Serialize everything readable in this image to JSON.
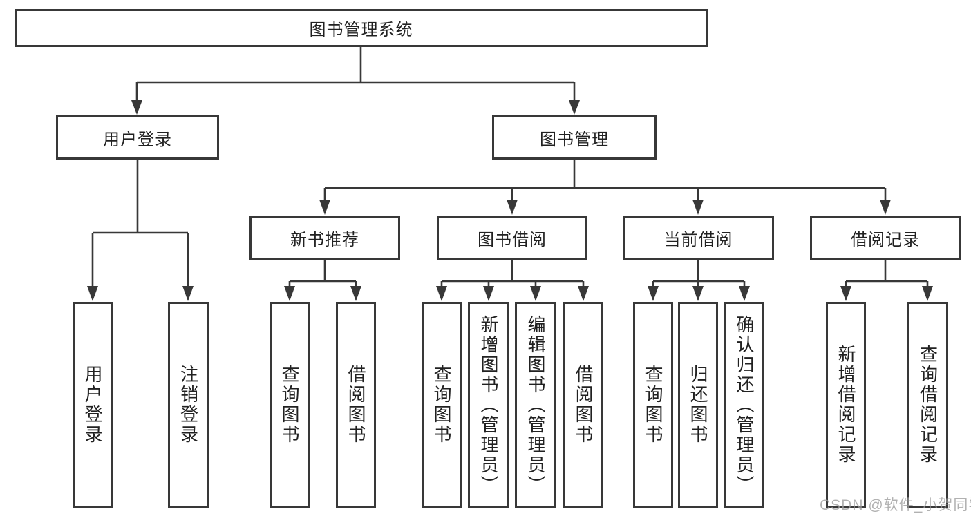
{
  "diagram": {
    "root": {
      "label": "图书管理系统"
    },
    "branches": [
      {
        "label": "用户登录",
        "children": [
          {
            "label": "用户登录"
          },
          {
            "label": "注销登录"
          }
        ]
      },
      {
        "label": "图书管理",
        "children": [
          {
            "label": "新书推荐",
            "children": [
              {
                "label": "查询图书"
              },
              {
                "label": "借阅图书"
              }
            ]
          },
          {
            "label": "图书借阅",
            "children": [
              {
                "label": "查询图书"
              },
              {
                "label": "新增图书（管理员）"
              },
              {
                "label": "编辑图书（管理员）"
              },
              {
                "label": "借阅图书"
              }
            ]
          },
          {
            "label": "当前借阅",
            "children": [
              {
                "label": "查询图书"
              },
              {
                "label": "归还图书"
              },
              {
                "label": "确认归还（管理员）"
              }
            ]
          },
          {
            "label": "借阅记录",
            "children": [
              {
                "label": "新增借阅记录"
              },
              {
                "label": "查询借阅记录"
              }
            ]
          }
        ]
      }
    ]
  },
  "watermark": {
    "text": "CSDN @软件_小贺同学"
  },
  "colors": {
    "line": "#383838",
    "text": "#212121",
    "box_background": "#ffffff",
    "page_background": "#ffffff",
    "watermark": "#9e9e9e"
  }
}
